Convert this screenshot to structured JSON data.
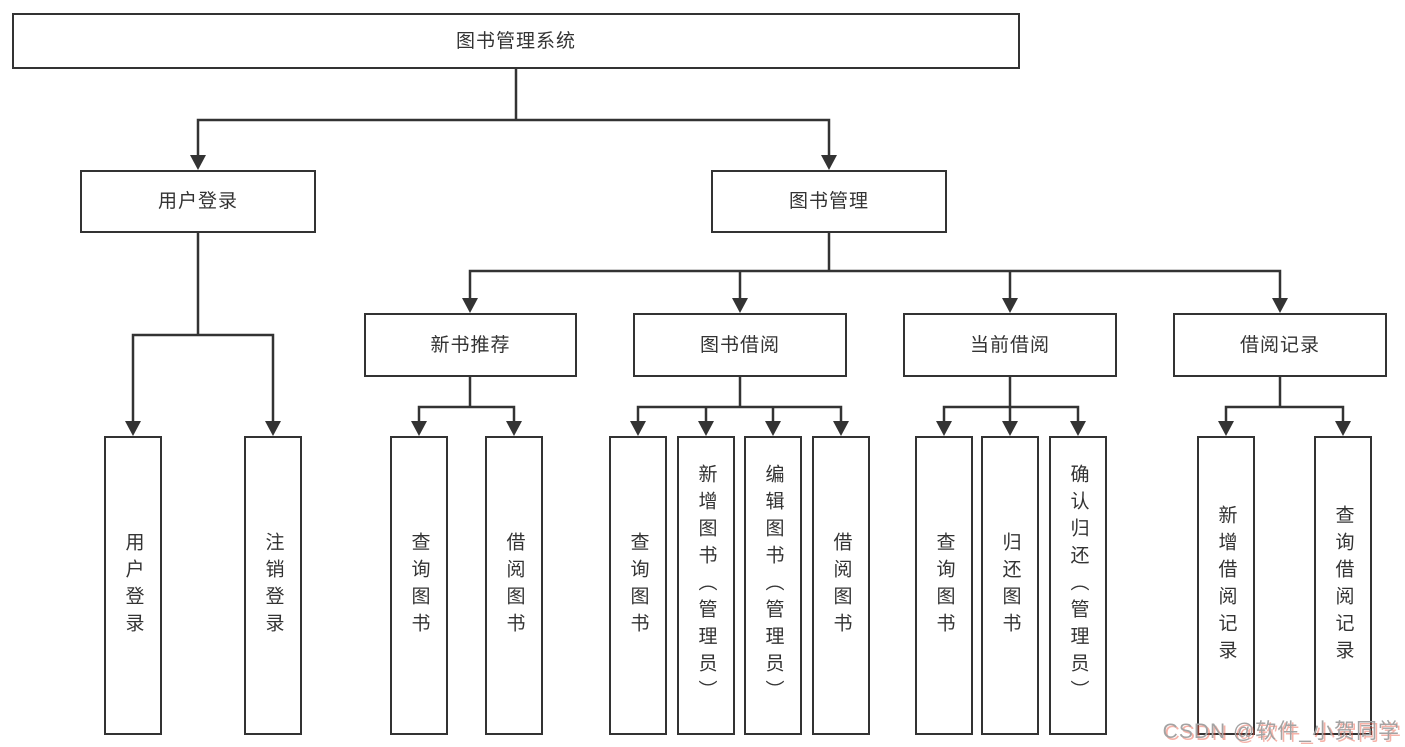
{
  "diagram": {
    "title": "图书管理系统",
    "type": "hierarchy-tree",
    "tree": {
      "label": "图书管理系统",
      "children": [
        {
          "label": "用户登录",
          "children": [
            {
              "label": "用户登录"
            },
            {
              "label": "注销登录"
            }
          ]
        },
        {
          "label": "图书管理",
          "children": [
            {
              "label": "新书推荐",
              "children": [
                {
                  "label": "查询图书"
                },
                {
                  "label": "借阅图书"
                }
              ]
            },
            {
              "label": "图书借阅",
              "children": [
                {
                  "label": "查询图书"
                },
                {
                  "label": "新增图书（管理员）"
                },
                {
                  "label": "编辑图书（管理员）"
                },
                {
                  "label": "借阅图书"
                }
              ]
            },
            {
              "label": "当前借阅",
              "children": [
                {
                  "label": "查询图书"
                },
                {
                  "label": "归还图书"
                },
                {
                  "label": "确认归还（管理员）"
                }
              ]
            },
            {
              "label": "借阅记录",
              "children": [
                {
                  "label": "新增借阅记录"
                },
                {
                  "label": "查询借阅记录"
                }
              ]
            }
          ]
        }
      ]
    },
    "watermark": "CSDN @软件_小贺同学",
    "colors": {
      "line": "#333333",
      "box_border": "#333333",
      "box_background": "#ffffff",
      "text": "#333333",
      "watermark_text": "#a3a3a3",
      "watermark_shadow": "#e8543e",
      "page_background": "#ffffff"
    }
  }
}
